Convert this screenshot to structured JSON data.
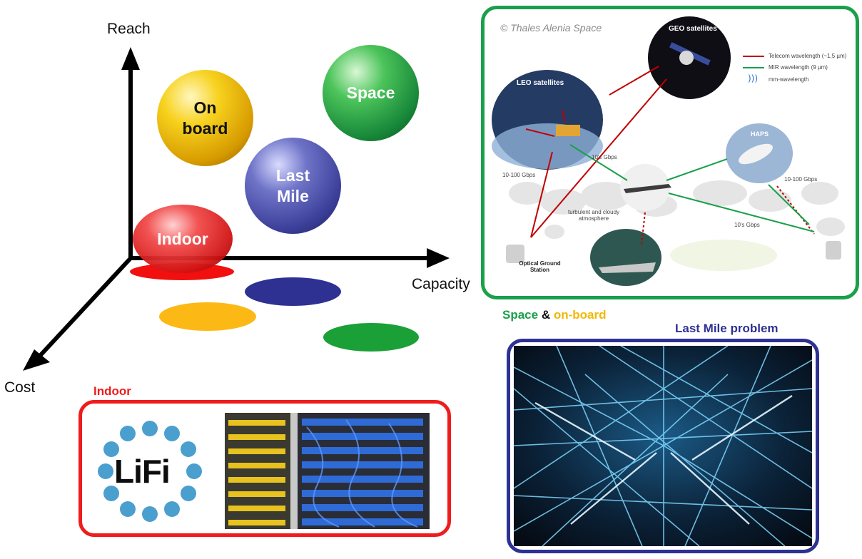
{
  "axes": {
    "reach": "Reach",
    "capacity": "Capacity",
    "cost": "Cost"
  },
  "spheres": {
    "onboard": "On board",
    "space": "Space",
    "last_mile": "Last Mile",
    "indoor": "Indoor"
  },
  "colors": {
    "space": "#1a9a3a",
    "onboard": "#f2b705",
    "last_mile": "#2e3192",
    "indoor": "#ee1c1c"
  },
  "space_panel": {
    "credit": "© Thales Alenia Space",
    "geo": "GEO satellites",
    "leo": "LEO satellites",
    "haps": "HAPS",
    "legend": [
      {
        "label": "Telecom wavelength (~1,5 µm)",
        "color": "#c00000"
      },
      {
        "label": "MIR wavelength (9 µm)",
        "color": "#1aa04a"
      },
      {
        "label": "mm-wavelength",
        "color": "#1f6fd0"
      }
    ],
    "rate_10s_top": "10's Gbps",
    "rate_left": "10-100 Gbps",
    "rate_right": "10-100 Gbps",
    "rate_10s_bottom": "10's Gbps",
    "atmosphere": "turbulent and cloudy atmosphere",
    "ground_station": "Optical Ground Station"
  },
  "captions": {
    "space_word": "Space",
    "amp": "&",
    "onboard_word": "on-board",
    "last_mile": "Last Mile problem",
    "indoor": "Indoor"
  },
  "lifi_logo": {
    "letters": "LiFi"
  }
}
